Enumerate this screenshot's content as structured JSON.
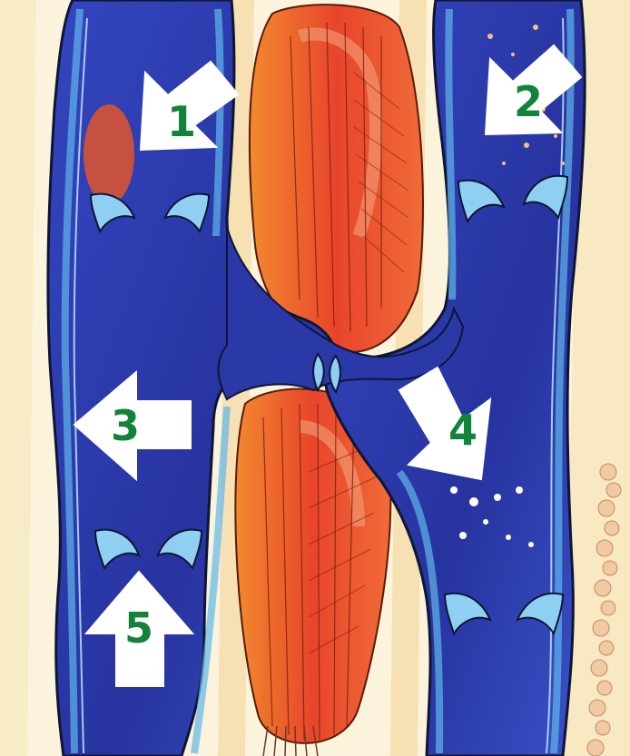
{
  "colors": {
    "background": "#fbf3dc",
    "vein_fill": "#2f3fb8",
    "vein_wall": "#2e8fd6",
    "vein_outline": "#0f1633",
    "muscle_fill": "#e8552b",
    "muscle_highlight": "#f2a07a",
    "arrow_fill": "#ffffff",
    "label_color": "#12843a"
  },
  "labels": {
    "arrow_1": "1",
    "arrow_2": "2",
    "arrow_3": "3",
    "arrow_4": "4",
    "arrow_5": "5"
  }
}
